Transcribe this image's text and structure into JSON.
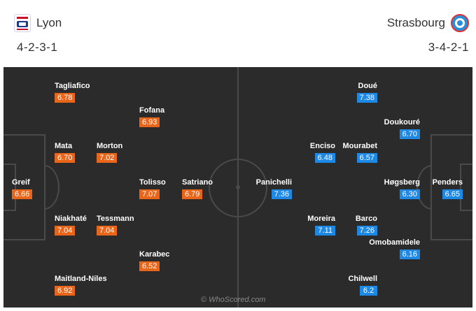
{
  "home": {
    "name": "Lyon",
    "formation": "4-2-3-1",
    "rating_color": "#e8651a"
  },
  "away": {
    "name": "Strasbourg",
    "formation": "3-4-2-1",
    "rating_color": "#1e88e5"
  },
  "home_players": [
    {
      "name": "Tagliafico",
      "rating": "6.78"
    },
    {
      "name": "Fofana",
      "rating": "6.93"
    },
    {
      "name": "Mata",
      "rating": "6.70"
    },
    {
      "name": "Morton",
      "rating": "7.02"
    },
    {
      "name": "Greif",
      "rating": "6.66"
    },
    {
      "name": "Tolisso",
      "rating": "7.07"
    },
    {
      "name": "Satriano",
      "rating": "6.79"
    },
    {
      "name": "Niakhaté",
      "rating": "7.04"
    },
    {
      "name": "Tessmann",
      "rating": "7.04"
    },
    {
      "name": "Karabec",
      "rating": "6.52"
    },
    {
      "name": "Maitland-Niles",
      "rating": "6.92"
    }
  ],
  "away_players": [
    {
      "name": "Doué",
      "rating": "7.38"
    },
    {
      "name": "Doukouré",
      "rating": "6.70"
    },
    {
      "name": "Enciso",
      "rating": "6.48"
    },
    {
      "name": "Mourabet",
      "rating": "6.57"
    },
    {
      "name": "Panichelli",
      "rating": "7.36"
    },
    {
      "name": "Høgsberg",
      "rating": "6.30"
    },
    {
      "name": "Penders",
      "rating": "6.65"
    },
    {
      "name": "Moreira",
      "rating": "7.11"
    },
    {
      "name": "Barco",
      "rating": "7.26"
    },
    {
      "name": "Omobamidele",
      "rating": "6.16"
    },
    {
      "name": "Chilwell",
      "rating": "6.2"
    }
  ],
  "watermark": "© WhoScored.com"
}
